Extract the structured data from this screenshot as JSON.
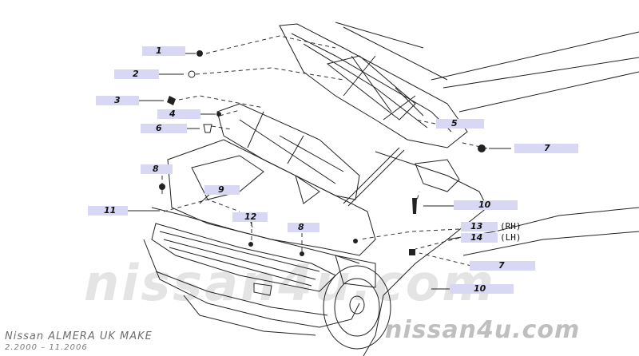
{
  "diagram": {
    "callouts": [
      {
        "id": "c1",
        "label": "1"
      },
      {
        "id": "c2",
        "label": "2"
      },
      {
        "id": "c3",
        "label": "3"
      },
      {
        "id": "c4",
        "label": "4"
      },
      {
        "id": "c5",
        "label": "5"
      },
      {
        "id": "c6",
        "label": "6"
      },
      {
        "id": "c7a",
        "label": "7"
      },
      {
        "id": "c7b",
        "label": "7"
      },
      {
        "id": "c8a",
        "label": "8"
      },
      {
        "id": "c8b",
        "label": "8"
      },
      {
        "id": "c9",
        "label": "9"
      },
      {
        "id": "c10a",
        "label": "10"
      },
      {
        "id": "c10b",
        "label": "10"
      },
      {
        "id": "c11",
        "label": "11"
      },
      {
        "id": "c12",
        "label": "12"
      },
      {
        "id": "c13",
        "label": "13"
      },
      {
        "id": "c14",
        "label": "14"
      }
    ],
    "side_rh": "(RH)",
    "side_lh": "(LH)"
  },
  "footer": {
    "model": "Nissan ALMERA UK MAKE",
    "dates": "2.2000 – 11.2006",
    "brand": "nissan4u.com"
  },
  "watermark": "nissan4u.com"
}
